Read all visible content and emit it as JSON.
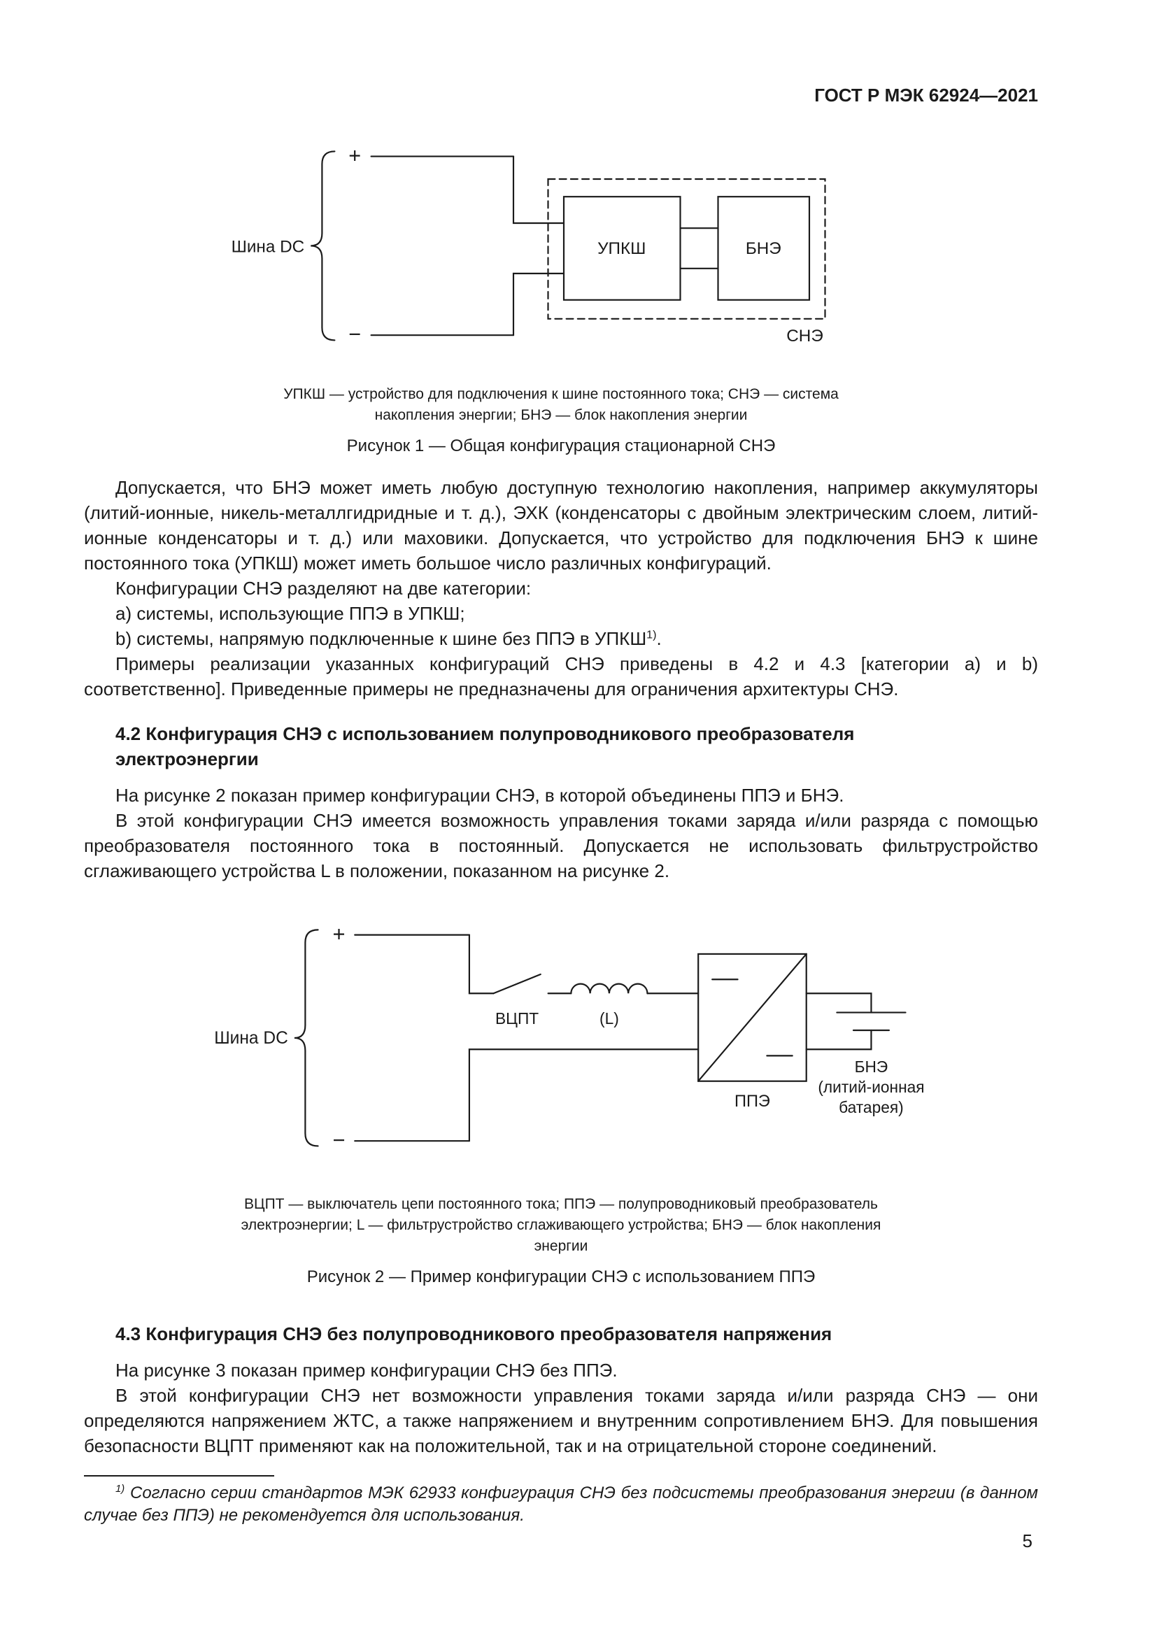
{
  "page": {
    "header": "ГОСТ Р МЭК 62924—2021",
    "number": "5"
  },
  "figure1": {
    "bus_label": "Шина DC",
    "plus": "+",
    "minus": "−",
    "box_upksh": "УПКШ",
    "box_bne": "БНЭ",
    "sne_label": "СНЭ",
    "legend": "УПКШ — устройство для подключения к шине постоянного тока; СНЭ — система накопления энергии; БНЭ — блок накопления энергии",
    "caption": "Рисунок 1 — Общая конфигурация стационарной СНЭ"
  },
  "intro": {
    "p1": "Допускается, что БНЭ может иметь любую доступную технологию накопления, например аккумуляторы (литий-ионные, никель-металлгидридные и т. д.), ЭХК (конденсаторы с двойным электрическим слоем, литий-ионные конденсаторы и т. д.) или маховики. Допускается, что устройство для подключения БНЭ к шине постоянного тока (УПКШ) может иметь большое число различных конфигураций.",
    "p2": "Конфигурации СНЭ разделяют на две категории:",
    "item_a": "a) системы, использующие ППЭ в УПКШ;",
    "item_b_text": "b) системы, напрямую подключенные к шине без ППЭ в УПКШ",
    "item_b_footnote_ref": "1)",
    "item_b_end": ".",
    "p3": "Примеры реализации указанных конфигураций СНЭ приведены в 4.2 и 4.3 [категории a) и b) соответственно]. Приведенные примеры не предназначены для ограничения архитектуры СНЭ."
  },
  "section42": {
    "heading": "4.2 Конфигурация СНЭ с использованием полупроводникового преобразователя электроэнергии",
    "p1": "На рисунке 2 показан пример конфигурации СНЭ, в которой объединены ППЭ и БНЭ.",
    "p2": "В этой конфигурации СНЭ имеется возможность управления токами заряда и/или разряда с помощью преобразователя постоянного тока в постоянный. Допускается не использовать фильтрустройство сглаживающего устройства L в положении, показанном на рисунке 2."
  },
  "figure2": {
    "bus_label": "Шина DC",
    "plus": "+",
    "minus": "−",
    "switch_label": "ВЦПТ",
    "inductor_label": "(L)",
    "converter_label": "ППЭ",
    "battery_label_1": "БНЭ",
    "battery_label_2": "(литий-ионная",
    "battery_label_3": "батарея)",
    "legend": "ВЦПТ — выключатель цепи постоянного тока; ППЭ — полупроводниковый преобразователь электроэнергии; L — фильтрустройство сглаживающего устройства; БНЭ — блок накопления энергии",
    "caption": "Рисунок 2 — Пример конфигурации СНЭ с использованием ППЭ"
  },
  "section43": {
    "heading": "4.3 Конфигурация СНЭ без полупроводникового преобразователя напряжения",
    "p1": "На рисунке 3 показан пример конфигурации СНЭ без ППЭ.",
    "p2": "В этой конфигурации СНЭ нет возможности управления токами заряда и/или разряда СНЭ — они определяются напряжением ЖТС, а также напряжением и внутренним сопротивлением БНЭ. Для повышения безопасности ВЦПТ применяют как на положительной, так и на отрицательной стороне соединений."
  },
  "footnote": {
    "marker": "1)",
    "text": " Согласно серии стандартов МЭК 62933 конфигурация СНЭ без подсистемы преобразования энергии (в данном случае без ППЭ) не рекомендуется для использования."
  }
}
